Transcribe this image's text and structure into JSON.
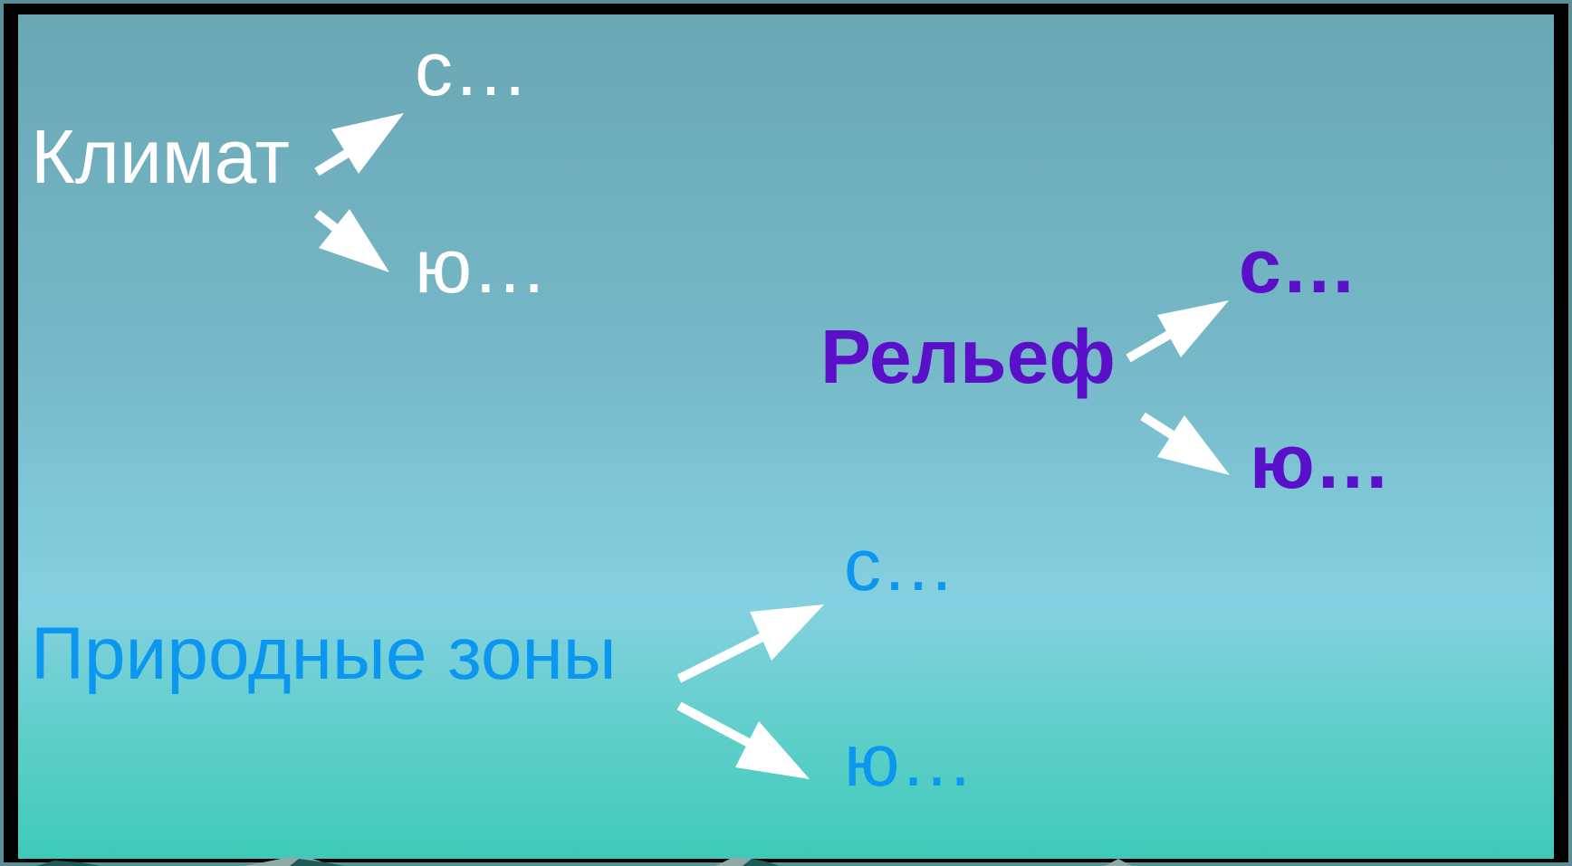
{
  "climate": {
    "title": "Климат",
    "north": "с…",
    "south": "ю…",
    "color": "#ffffff"
  },
  "relief": {
    "title": "Рельеф",
    "north": "с…",
    "south": "ю…",
    "color": "#5a0fc8"
  },
  "zones": {
    "title": "Природные зоны",
    "north": "с…",
    "south": "ю…",
    "color": "#0b96f0"
  },
  "arrow_color": "#ffffff",
  "background": {
    "top": "#6aa7b4",
    "bottom": "#3ecab8",
    "frame": "#000000"
  }
}
